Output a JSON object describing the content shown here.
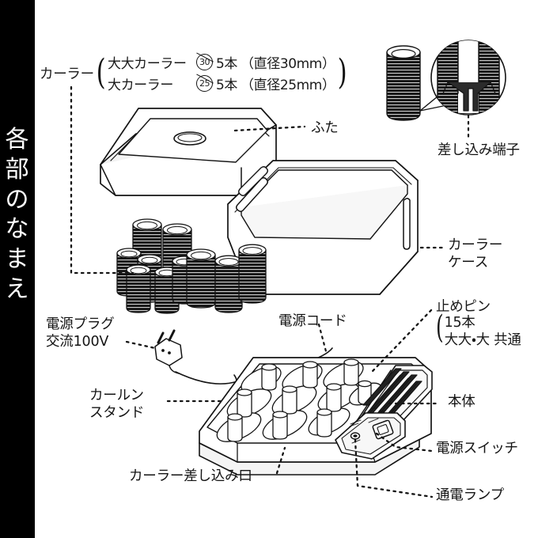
{
  "sidebar": {
    "title": "各部のなまえ",
    "background_color": "#000000",
    "text_color": "#ffffff"
  },
  "header": {
    "group_name": "カーラー",
    "specs": [
      {
        "name": "大大カーラー",
        "badge": "30",
        "count": "5本",
        "diameter": "（直径30mm）"
      },
      {
        "name": "大カーラー",
        "badge": "25",
        "count": "5本",
        "diameter": "（直径25mm）"
      }
    ]
  },
  "labels": {
    "curler": "カーラー",
    "lid": "ふた",
    "plug_terminal": "差し込み端子",
    "curler_case": "カーラー\nケース",
    "power_plug": "電源プラグ\n交流100V",
    "power_cord": "電源コード",
    "curl_stand": "カールン\nスタンド",
    "curler_socket": "カーラー差し込み口",
    "stop_pin_title": "止めピン",
    "stop_pin_detail": "15本\n大大・大 共通",
    "main_body": "本体",
    "power_switch": "電源スイッチ",
    "power_lamp": "通電ランプ"
  },
  "colors": {
    "ink": "#141414",
    "paper": "#ffffff",
    "curler_dark": "#1c1c1c",
    "shade": "#f2f2f2"
  },
  "diagram": {
    "type": "exploded-parts-illustration",
    "curler_pile_count": 10,
    "stand_socket_count": 10,
    "pin_slot_count": 6
  }
}
